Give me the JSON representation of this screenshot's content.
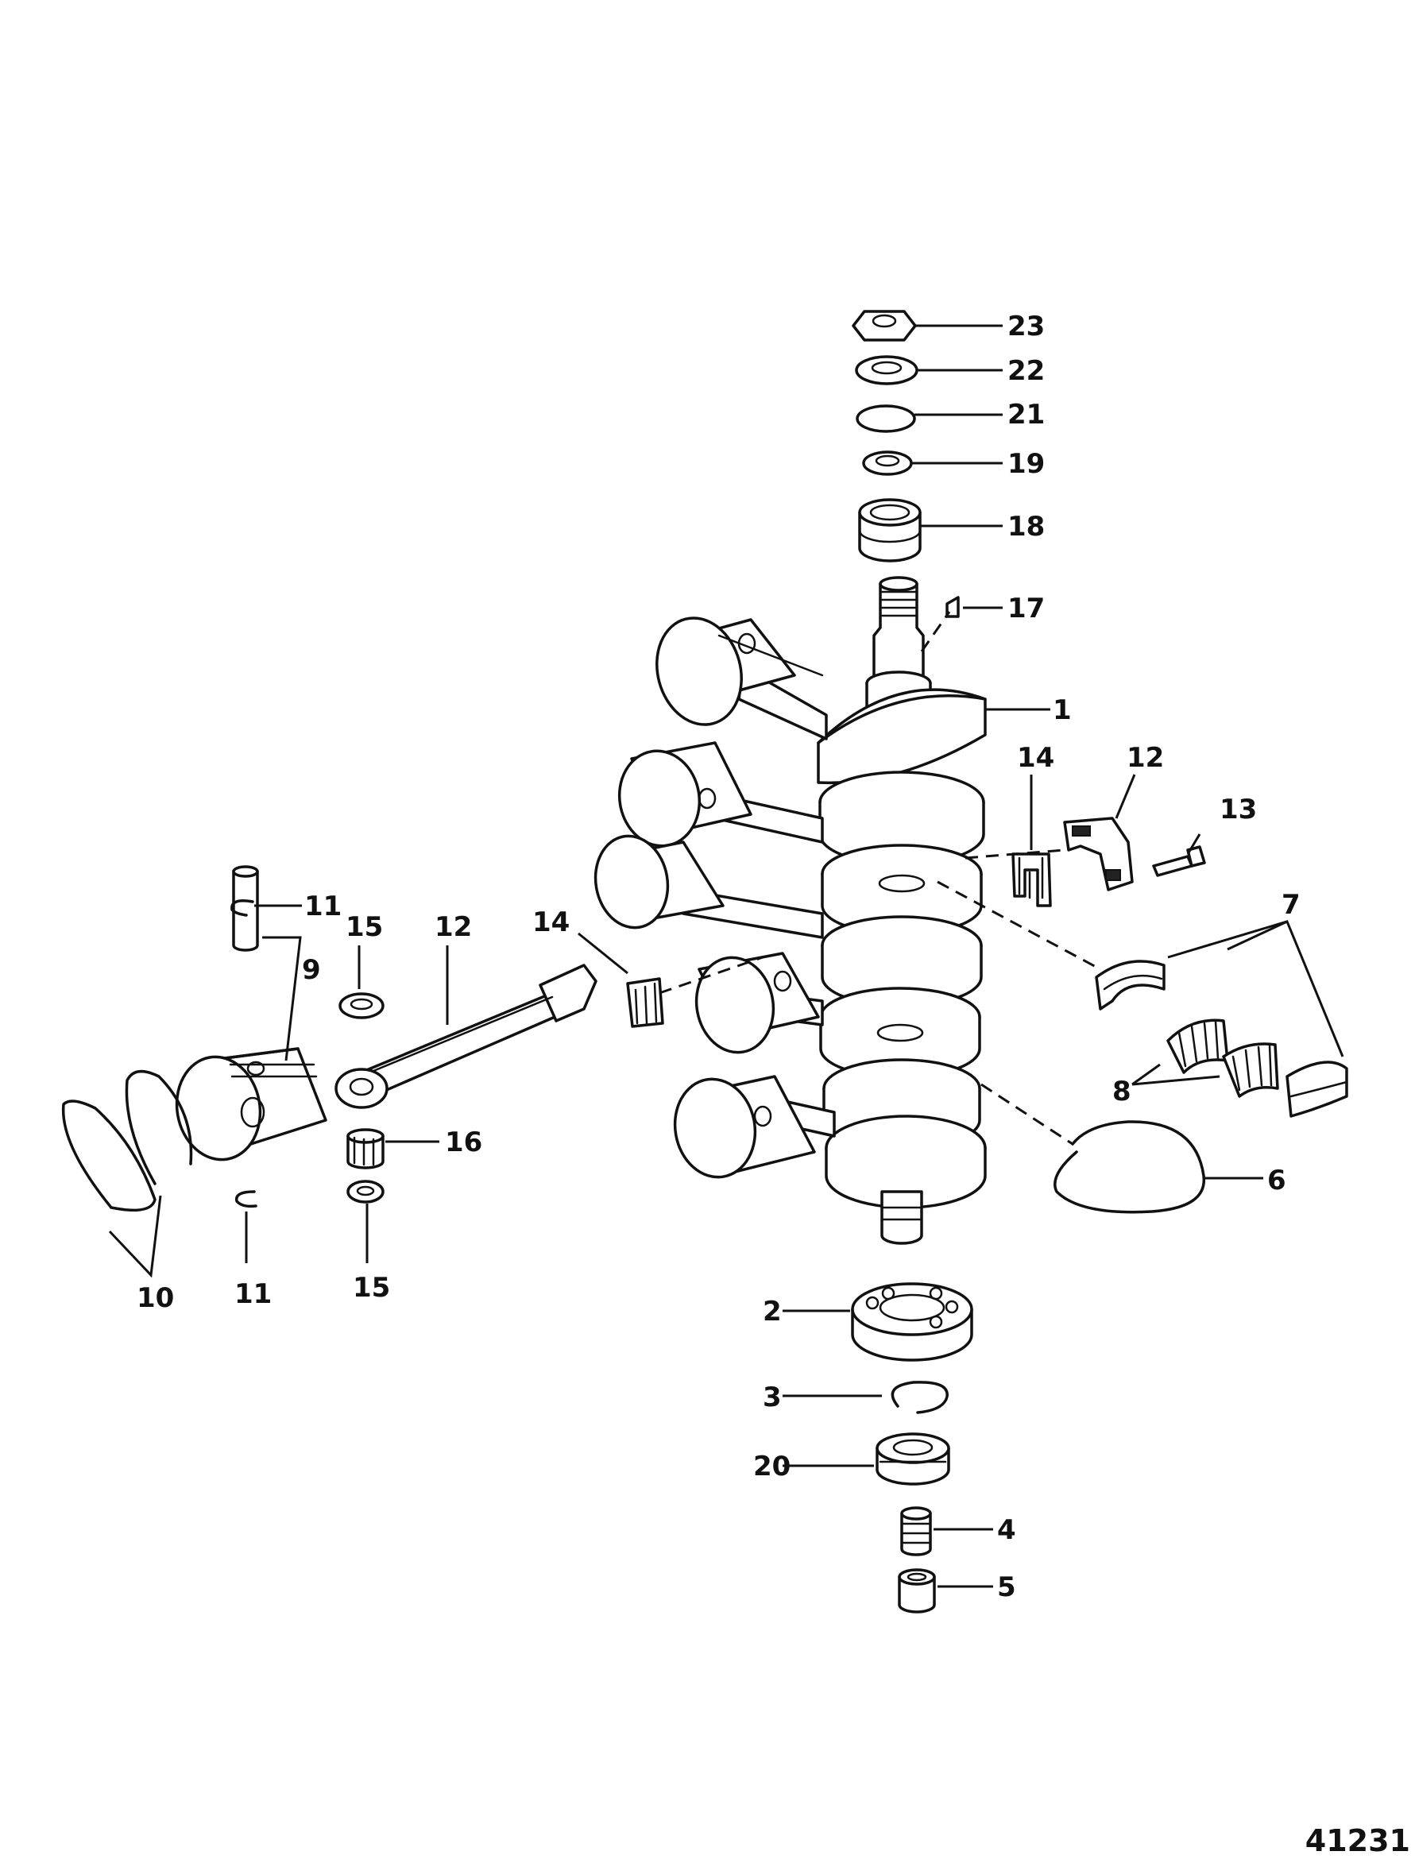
{
  "figure_number": "41231",
  "callouts": {
    "c1": "1",
    "c2": "2",
    "c3": "3",
    "c4": "4",
    "c5": "5",
    "c6": "6",
    "c7": "7",
    "c8": "8",
    "c9": "9",
    "c10": "10",
    "c11a": "11",
    "c11b": "11",
    "c12a": "12",
    "c12b": "12",
    "c13": "13",
    "c14a": "14",
    "c14b": "14",
    "c15a": "15",
    "c15b": "15",
    "c16": "16",
    "c17": "17",
    "c18": "18",
    "c19": "19",
    "c20": "20",
    "c21": "21",
    "c22": "22",
    "c23": "23"
  }
}
